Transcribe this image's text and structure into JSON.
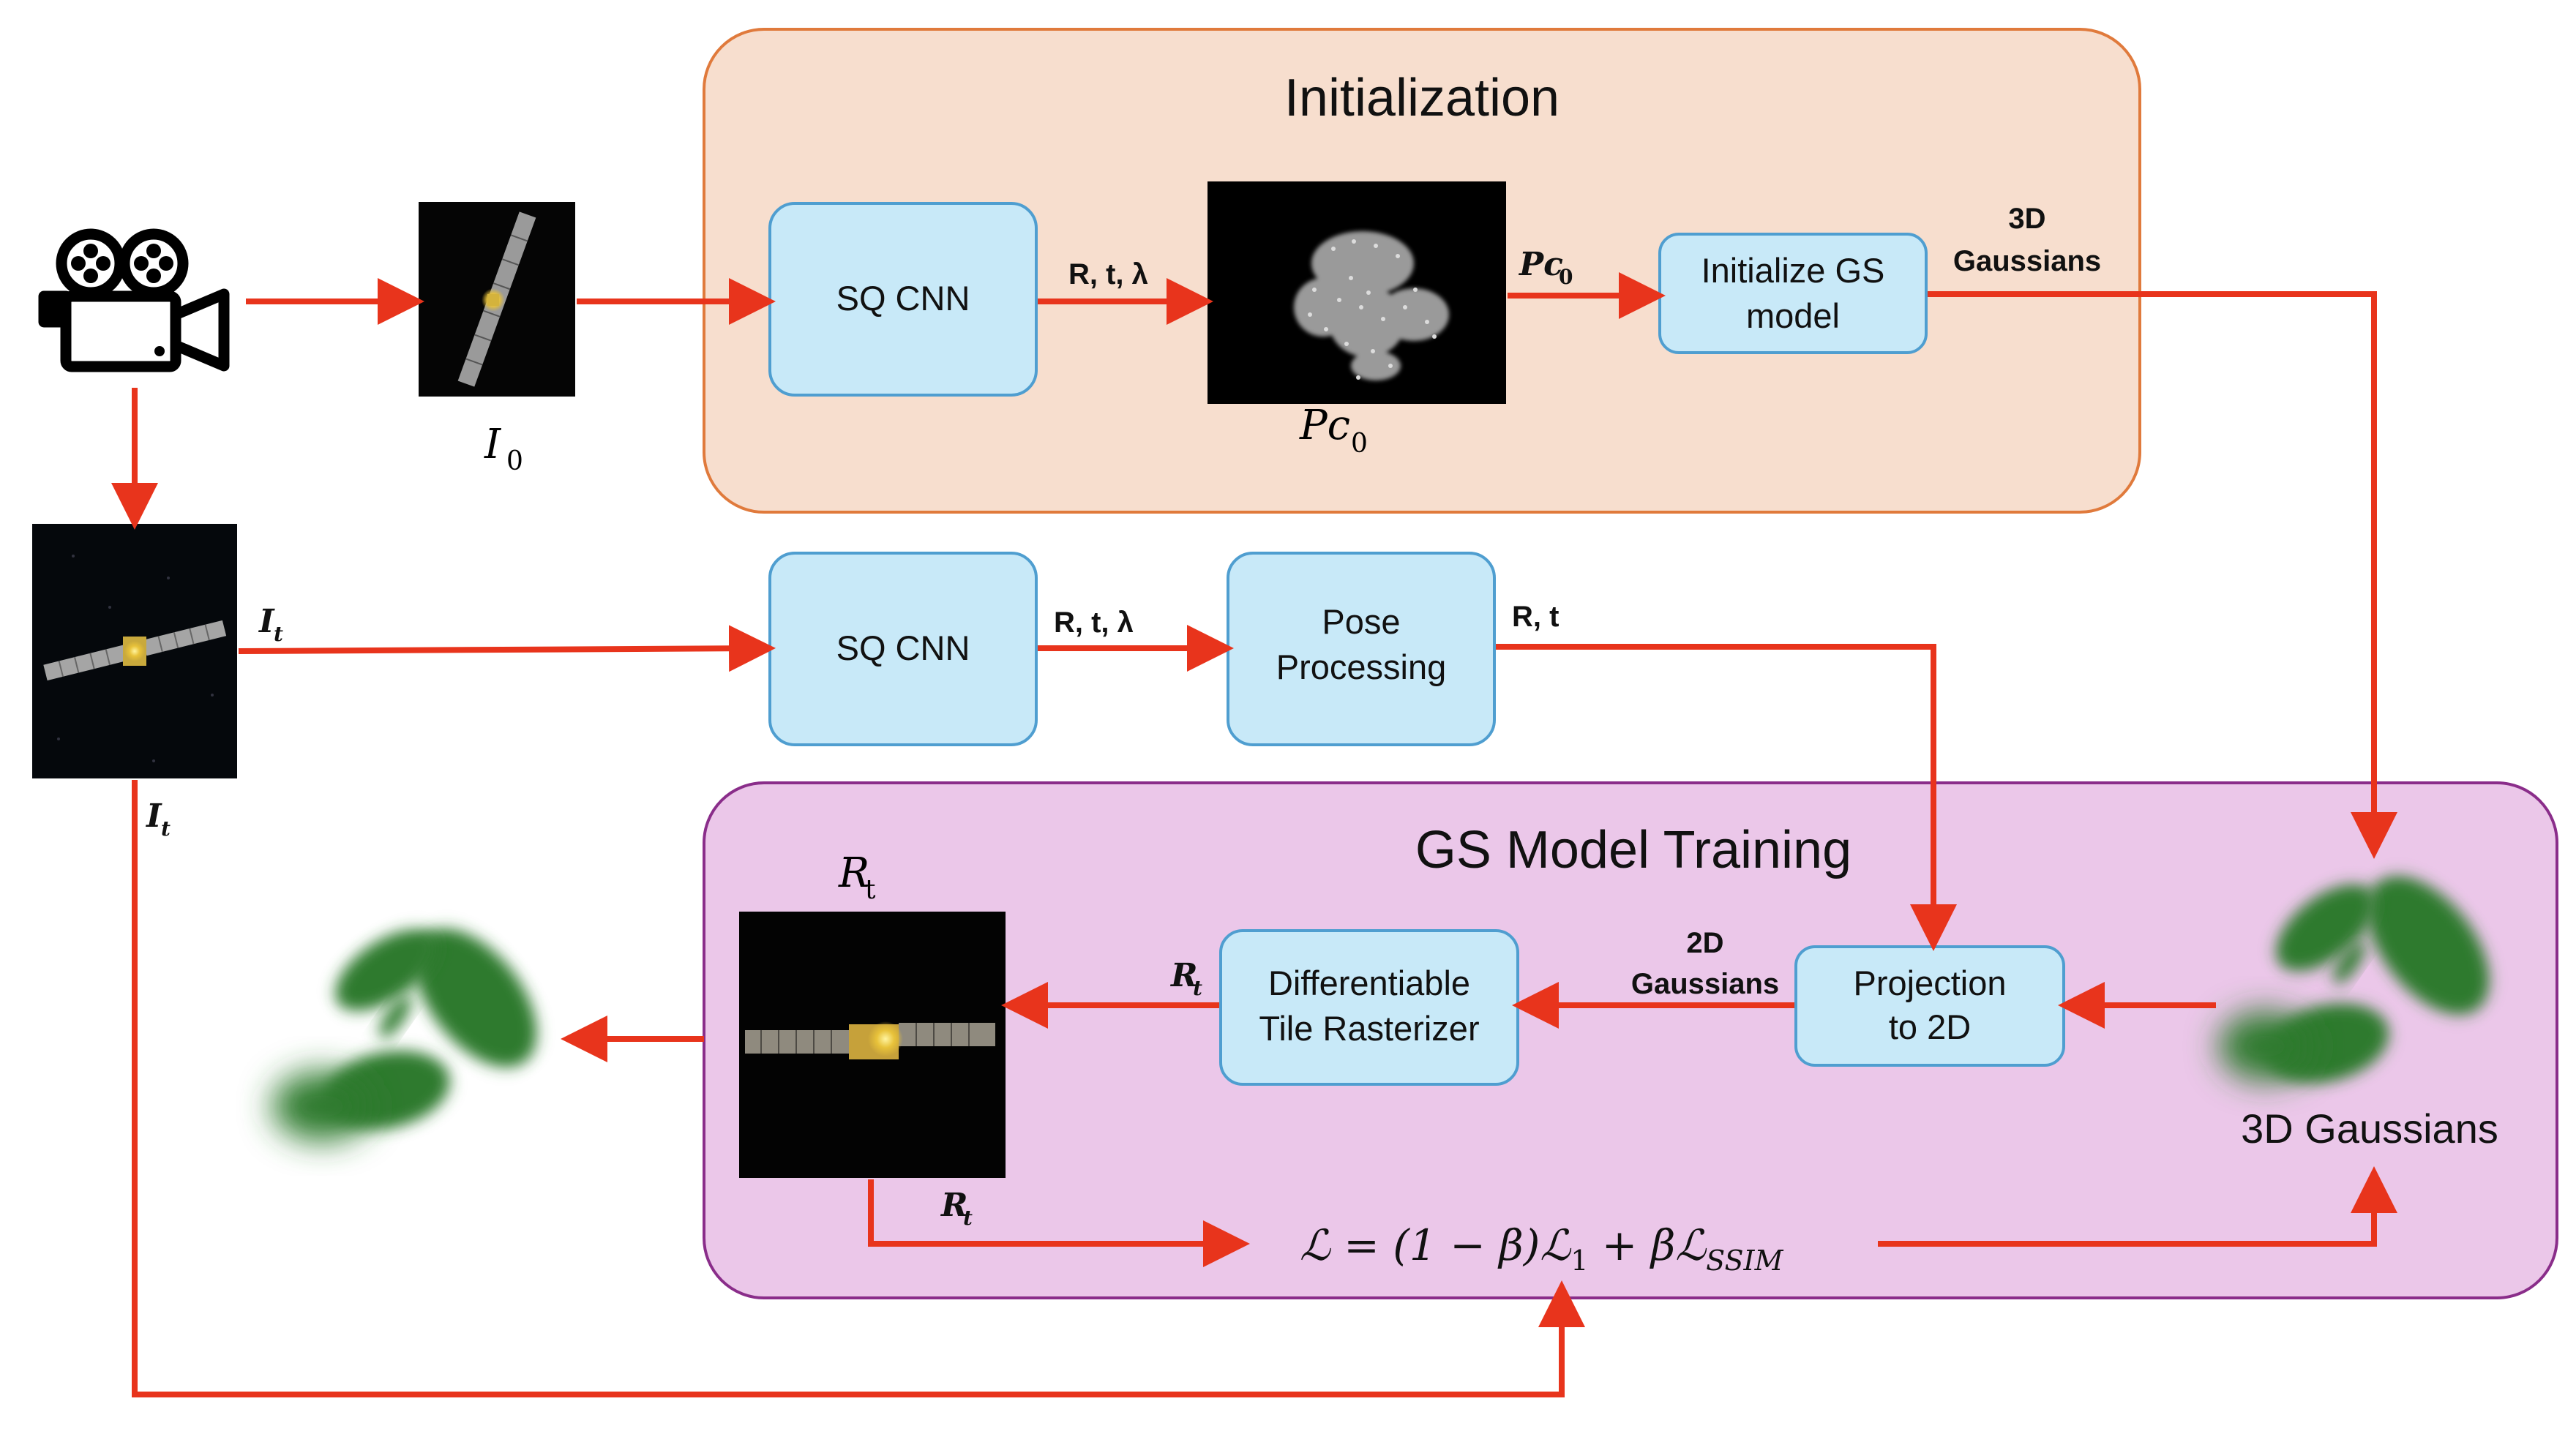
{
  "sections": {
    "initialization": {
      "title": "Initialization"
    },
    "training": {
      "title": "GS Model Training"
    }
  },
  "blocks": {
    "sq_cnn_top": "SQ CNN",
    "sq_cnn_mid": "SQ CNN",
    "init_gs": [
      "Initialize GS",
      "model"
    ],
    "pose": [
      "Pose",
      "Processing"
    ],
    "rasterizer": [
      "Differentiable",
      "Tile Rasterizer"
    ],
    "projection": [
      "Projection",
      "to 2D"
    ]
  },
  "labels": {
    "i0": {
      "base": "I",
      "sub": "0"
    },
    "it": {
      "base": "I",
      "sub": "t"
    },
    "pc0": {
      "base": "Pc",
      "sub": "0"
    },
    "rt": {
      "base": "R",
      "sub": "t"
    },
    "rtl": "R, t, λ",
    "rt_pose": "R, t",
    "gaussians3d_bold": [
      "3D",
      "Gaussians"
    ],
    "gaussians2d_bold": [
      "2D",
      "Gaussians"
    ],
    "gaussians3d_caption": "3D Gaussians"
  },
  "loss": {
    "lhs": "ℒ = (1 − β)ℒ",
    "sub1": "1",
    "mid": " +  βℒ",
    "sub2": "SSIM"
  },
  "icons": [
    "video-camera-icon",
    "satellite-image",
    "point-cloud-image",
    "gaussian-ellipsoids"
  ],
  "colors": {
    "arrow": "#e8341c",
    "init_fill": "#f7dece",
    "init_border": "#e07a3c",
    "train_fill": "#ebc7e9",
    "train_border": "#8a2d8a",
    "block_fill": "#c8e9f8",
    "block_border": "#4f9ed0",
    "gaussian": "#2e7a2e"
  }
}
